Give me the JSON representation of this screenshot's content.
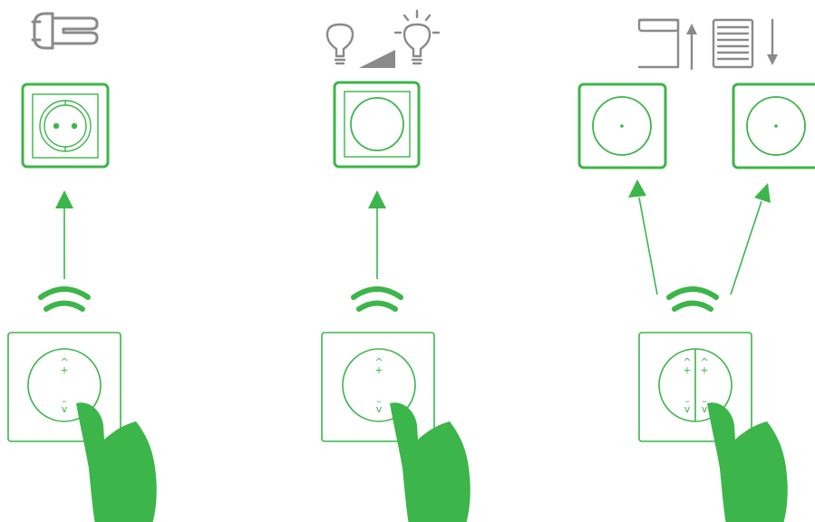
{
  "colors": {
    "accent": "#3cb54a",
    "icon_gray": "#8a8a8a",
    "background": "#ffffff"
  },
  "button_marks": {
    "up": "^",
    "plus": "+",
    "minus": "–",
    "down": "v"
  },
  "scenarios": [
    {
      "top_icon": "power-plug-icon",
      "device": "wall-socket-icon",
      "remote": "single-rocker-wall-switch",
      "link": "single-arrow-up"
    },
    {
      "top_icon": "dimmable-bulb-icon",
      "device": "round-dimmer-icon",
      "remote": "single-rocker-wall-switch",
      "link": "single-arrow-up"
    },
    {
      "top_icon": "blinds-up-down-icon",
      "device": "two-round-switch-icons",
      "remote": "double-rocker-wall-switch",
      "link": "two-diagonal-arrows"
    }
  ]
}
